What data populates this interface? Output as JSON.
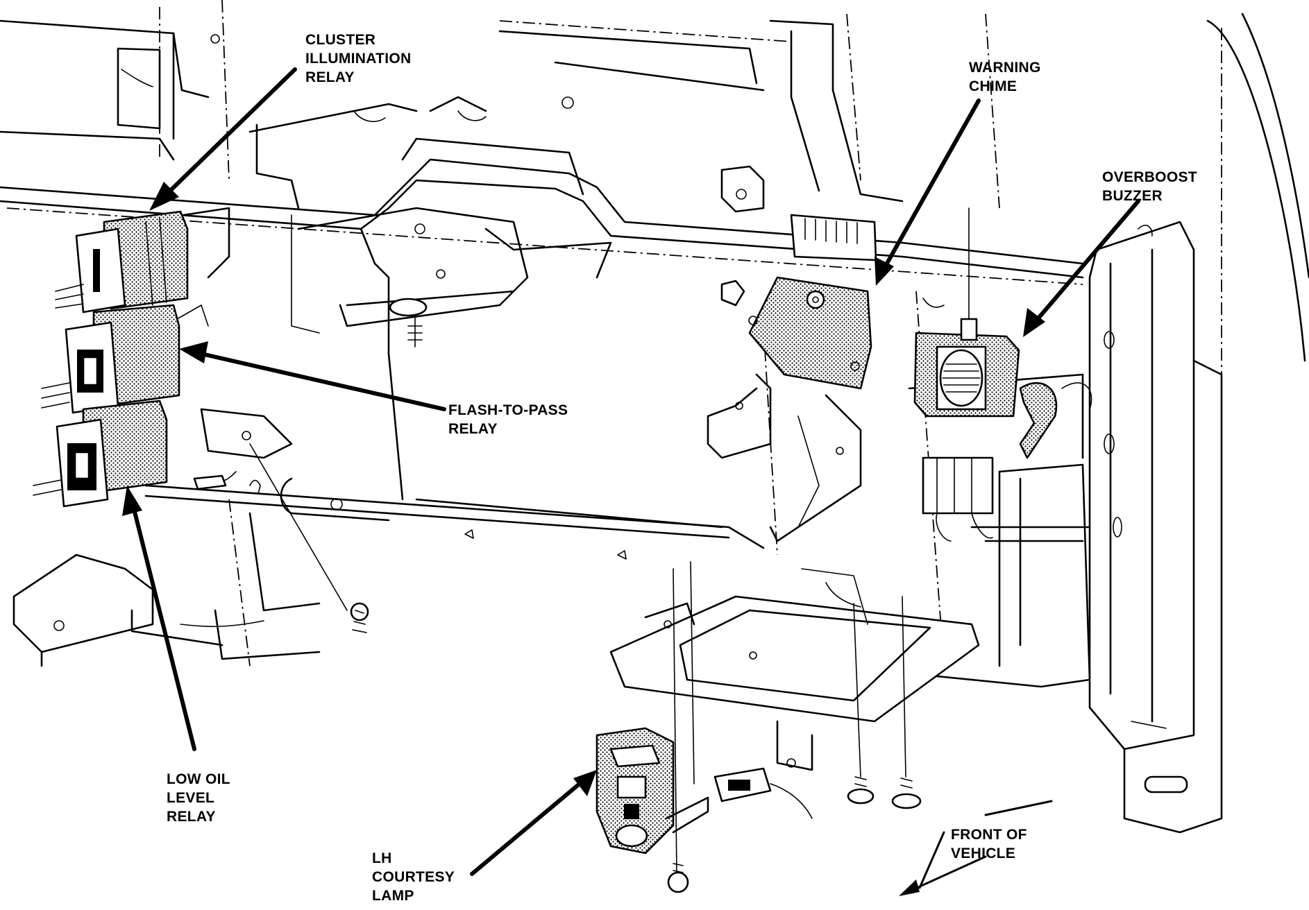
{
  "labels": {
    "cluster_relay": "CLUSTER\nILLUMINATION\nRELAY",
    "warning_chime": "WARNING\nCHIME",
    "overboost_buzzer": "OVERBOOST\nBUZZER",
    "flash_to_pass": "FLASH-TO-PASS\nRELAY",
    "low_oil": "LOW OIL\nLEVEL\nRELAY",
    "courtesy_lamp": "LH\nCOURTESY\nLAMP",
    "front_of_vehicle": "FRONT OF\nVEHICLE"
  }
}
